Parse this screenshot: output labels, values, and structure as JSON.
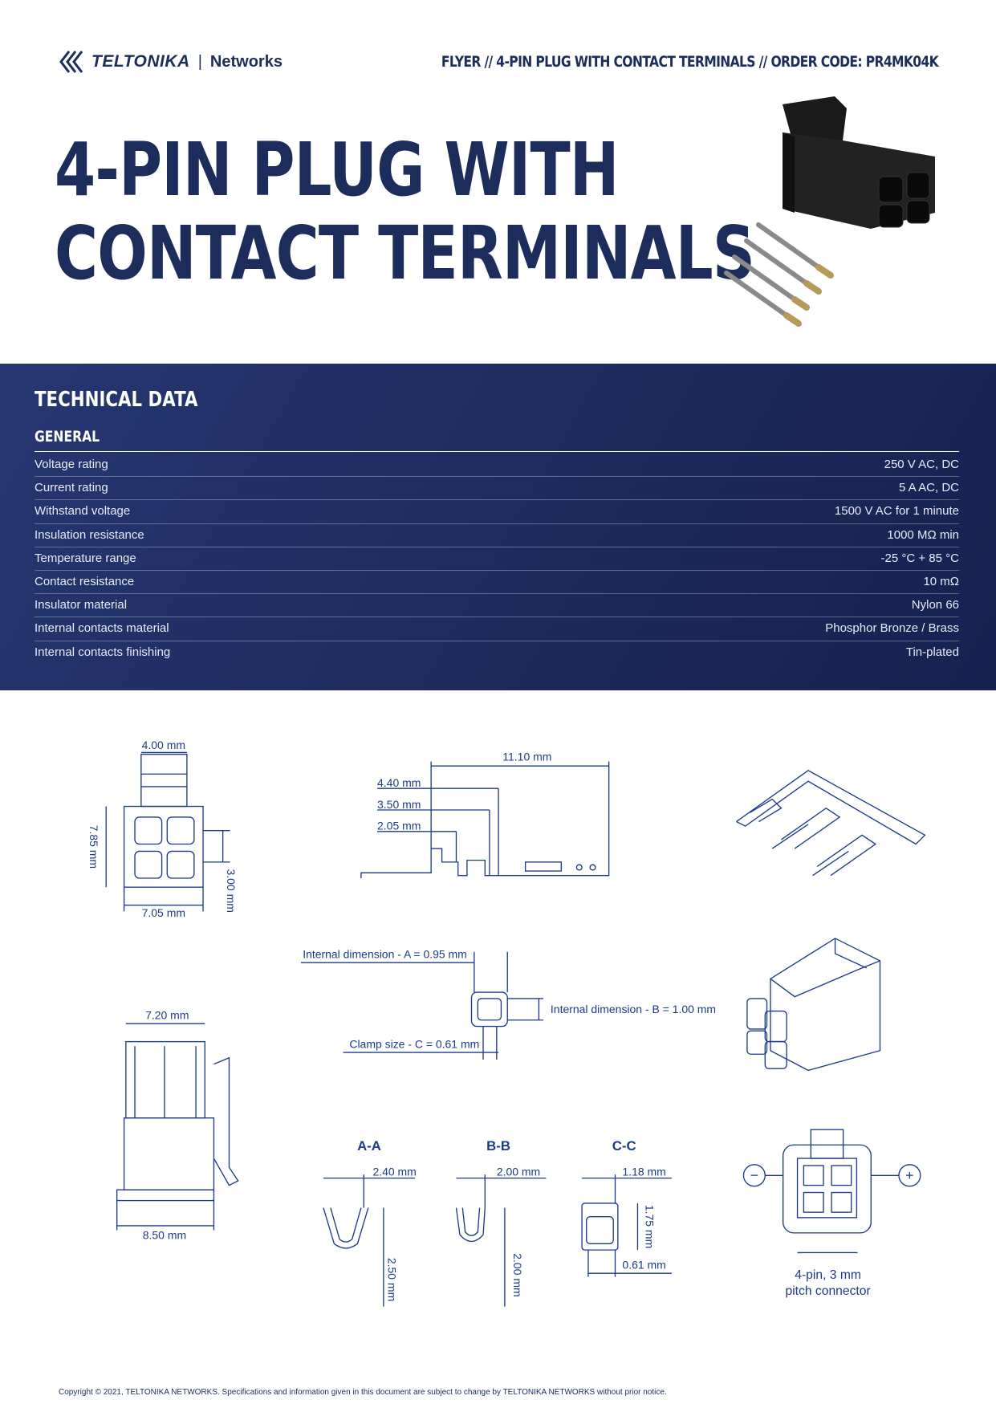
{
  "header": {
    "brand": "TELTONIKA",
    "divider": "|",
    "division": "Networks",
    "flyer_line": "FLYER // 4-PIN PLUG WITH CONTACT TERMINALS // ORDER CODE: PR4MK04K"
  },
  "title": {
    "line1": "4-PIN PLUG WITH",
    "line2": "CONTACT TERMINALS"
  },
  "technical": {
    "heading": "TECHNICAL DATA",
    "section": "GENERAL",
    "rows": [
      {
        "label": "Voltage rating",
        "value": "250 V AC, DC"
      },
      {
        "label": "Current rating",
        "value": "5 A AC, DC"
      },
      {
        "label": "Withstand voltage",
        "value": "1500 V AC for 1 minute"
      },
      {
        "label": "Insulation resistance",
        "value": "1000 MΩ min"
      },
      {
        "label": "Temperature range",
        "value": "-25 °C + 85 °C"
      },
      {
        "label": "Contact resistance",
        "value": "10 mΩ"
      },
      {
        "label": "Insulator material",
        "value": "Nylon 66"
      },
      {
        "label": "Internal contacts material",
        "value": "Phosphor Bronze / Brass"
      },
      {
        "label": "Internal contacts finishing",
        "value": "Tin-plated"
      }
    ]
  },
  "drawings": {
    "front": {
      "w_top": "4.00 mm",
      "h": "7.85 mm",
      "pitch": "3.00 mm",
      "w": "7.05 mm"
    },
    "terminal": {
      "len": "11.10 mm",
      "d1": "4.40 mm",
      "d2": "3.50 mm",
      "d3": "2.05 mm"
    },
    "internal": {
      "a": "Internal dimension - A = 0.95 mm",
      "b": "Internal dimension - B = 1.00 mm",
      "c": "Clamp size - C = 0.61 mm"
    },
    "side": {
      "top": "7.20 mm",
      "bottom": "8.50 mm"
    },
    "sections": [
      {
        "name": "A-A",
        "w": "2.40 mm",
        "h": "2.50 mm"
      },
      {
        "name": "B-B",
        "w": "2.00 mm",
        "h": "2.00 mm"
      },
      {
        "name": "C-C",
        "w": "1.18 mm",
        "h": "1.75 mm",
        "inner": "0.61 mm"
      }
    ],
    "pinout": {
      "line1": "4-pin, 3 mm",
      "line2": "pitch connector",
      "minus": "−",
      "plus": "+"
    }
  },
  "footer": "Copyright © 2021, TELTONIKA NETWORKS. Specifications and information given in this document are subject to change by TELTONIKA NETWORKS without prior notice.",
  "colors": {
    "brand_navy": "#1c2c5b",
    "drawing_blue": "#1c3a8a"
  }
}
